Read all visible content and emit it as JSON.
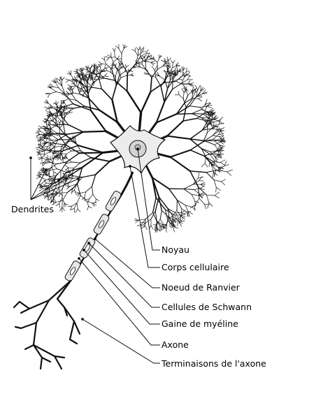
{
  "labels": {
    "dendrites": "Dendrites",
    "noyau": "Noyau",
    "corps": "Corps cellulaire",
    "ranvier": "Noeud de Ranvier",
    "schwann": "Cellules de Schwann",
    "gaine": "Gaine de myéline",
    "axone": "Axone",
    "terminaisons": "Terminaisons de l'axone"
  },
  "colors": {
    "line": "#111111",
    "cell_fill": "#ececec",
    "nucleus_fill": "#d4d4d4",
    "myelin_fill": "#e6e6e6"
  }
}
